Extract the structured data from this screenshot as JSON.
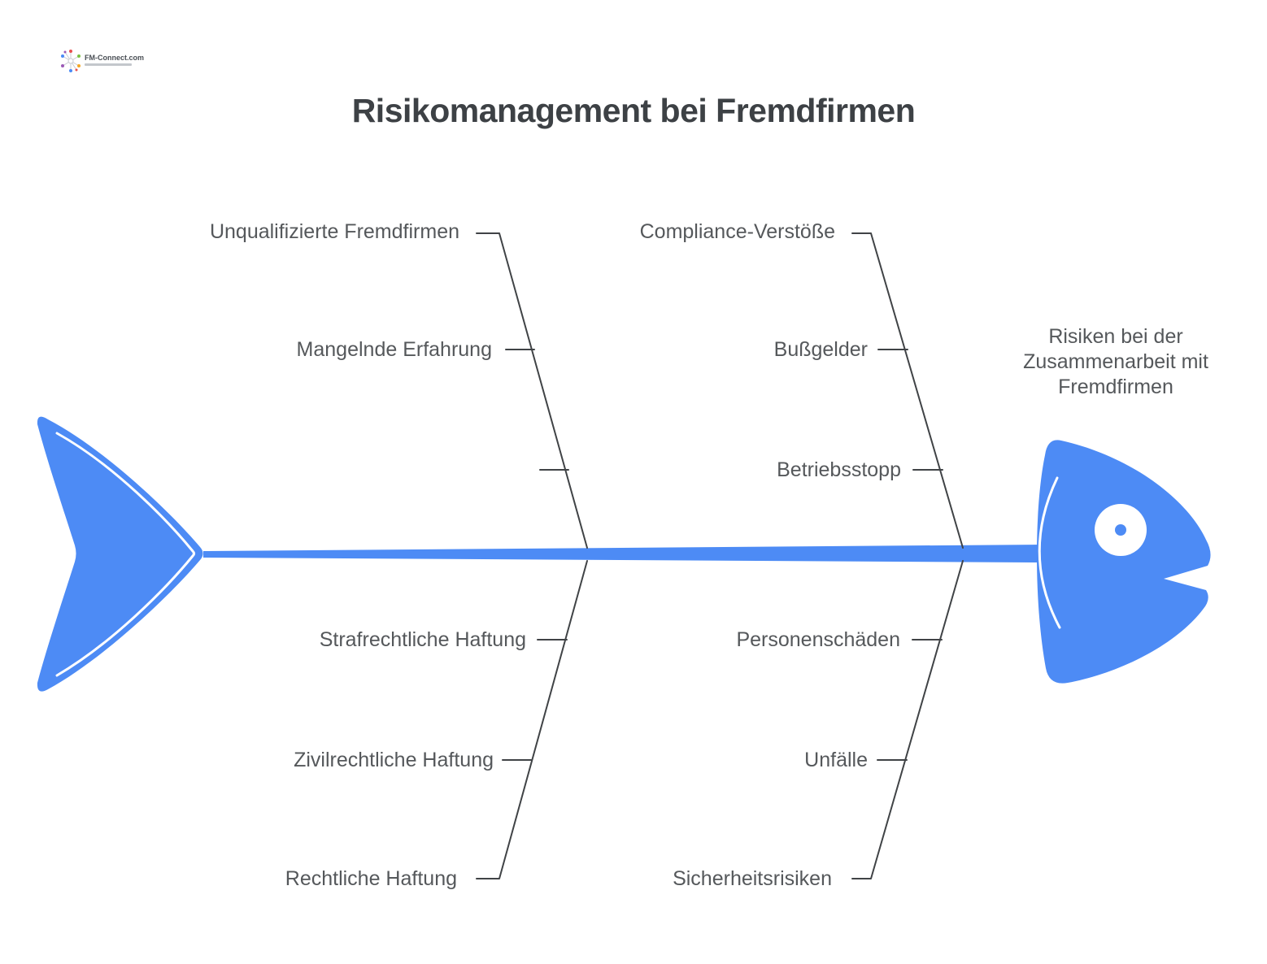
{
  "logo": {
    "brand": "FM-Connect.com"
  },
  "title": "Risikomanagement bei Fremdfirmen",
  "effect_label": "Risiken bei der Zusammenarbeit mit Fremdfirmen",
  "causes": {
    "top_left": [
      "Unqualifizierte Fremdfirmen",
      "Mangelnde Erfahrung"
    ],
    "top_right": [
      "Compliance-Verstöße",
      "Bußgelder",
      "Betriebsstopp"
    ],
    "bottom_left": [
      "Strafrechtliche Haftung",
      "Zivilrechtliche Haftung",
      "Rechtliche Haftung"
    ],
    "bottom_right": [
      "Personenschäden",
      "Unfälle",
      "Sicherheitsrisiken"
    ]
  },
  "colors": {
    "fish_blue": "#4d8bf5",
    "branch_line": "#404346",
    "label_text": "#55585b",
    "title_text": "#3d4145"
  }
}
